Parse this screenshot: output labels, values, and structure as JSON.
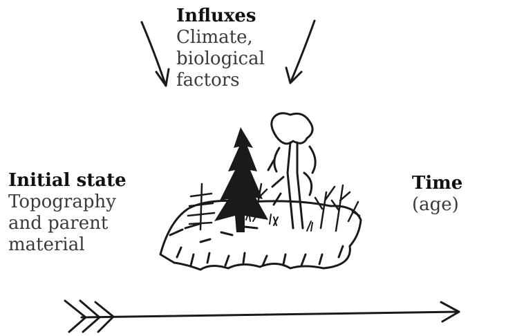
{
  "influxes": {
    "heading": "Influxes",
    "lines": [
      "Climate,",
      "biological",
      "factors"
    ]
  },
  "initial_state": {
    "heading": "Initial state",
    "lines": [
      "Topography",
      "and parent",
      "material"
    ]
  },
  "time": {
    "heading": "Time",
    "suffix": " (age)"
  },
  "colors": {
    "ink": "#1a1a1a",
    "text": "#3a3a3a"
  }
}
